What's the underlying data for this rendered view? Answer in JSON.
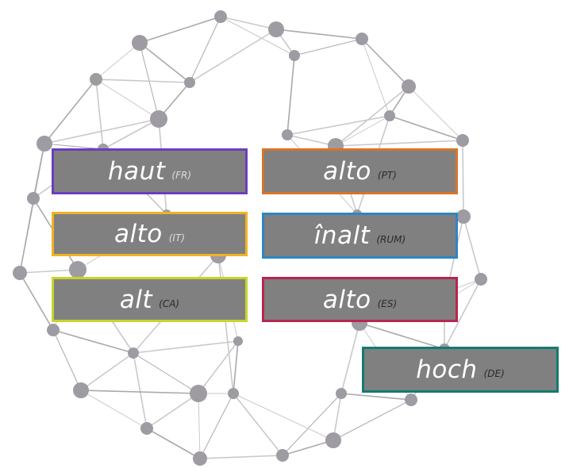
{
  "labels": [
    {
      "word": "haut",
      "code": "(FR)",
      "border_color": "#6a3fbf"
    },
    {
      "word": "alto",
      "code": "(PT)",
      "border_color": "#d9742a"
    },
    {
      "word": "alto",
      "code": "(IT)",
      "border_color": "#f0b323"
    },
    {
      "word": "înalt",
      "code": "(RUM)",
      "border_color": "#2e86c1"
    },
    {
      "word": "alt",
      "code": "(CA)",
      "border_color": "#c8d52a"
    },
    {
      "word": "alto",
      "code": "(ES)",
      "border_color": "#b82650"
    },
    {
      "word": "hoch",
      "code": "(DE)",
      "border_color": "#137a72"
    }
  ],
  "colors": {
    "box_fill": "#808080",
    "node": "#9e9ba3",
    "edge": "#c9c9c9"
  }
}
